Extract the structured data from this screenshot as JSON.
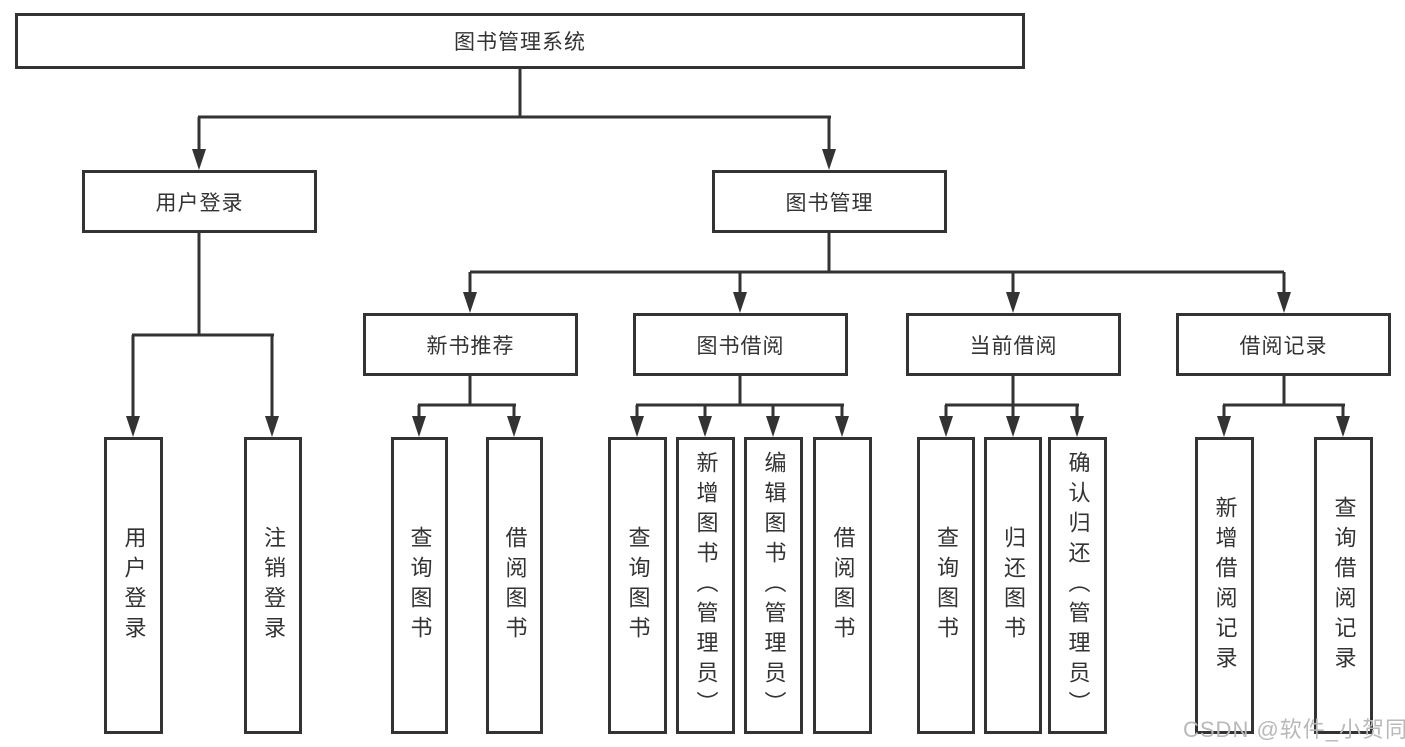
{
  "diagram_title": "图书管理系统",
  "watermark": "CSDN @软件_小贺同学",
  "colors": {
    "line": "#333333",
    "box_border": "#333333",
    "text": "#333333",
    "watermark": "#b9b9b9",
    "background": "#ffffff"
  },
  "boxes": {
    "root": "图书管理系统",
    "level2": [
      "用户登录",
      "图书管理"
    ],
    "level3": [
      "新书推荐",
      "图书借阅",
      "当前借阅",
      "借阅记录"
    ],
    "leaves": [
      "用户登录",
      "注销登录",
      "查询图书",
      "借阅图书",
      "查询图书",
      "新增图书（管理员）",
      "编辑图书（管理员）",
      "借阅图书",
      "查询图书",
      "归还图书",
      "确认归还（管理员）",
      "新增借阅记录",
      "查询借阅记录"
    ]
  },
  "hierarchy": {
    "图书管理系统": {
      "用户登录": [
        "用户登录",
        "注销登录"
      ],
      "图书管理": {
        "新书推荐": [
          "查询图书",
          "借阅图书"
        ],
        "图书借阅": [
          "查询图书",
          "新增图书（管理员）",
          "编辑图书（管理员）",
          "借阅图书"
        ],
        "当前借阅": [
          "查询图书",
          "归还图书",
          "确认归还（管理员）"
        ],
        "借阅记录": [
          "新增借阅记录",
          "查询借阅记录"
        ]
      }
    }
  }
}
